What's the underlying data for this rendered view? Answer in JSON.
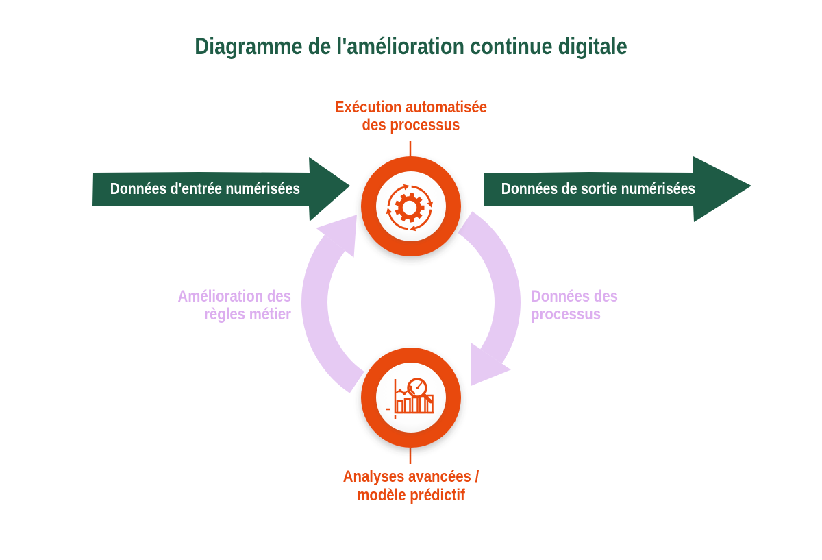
{
  "title": "Diagramme de l'amélioration continue digitale",
  "colors": {
    "title_green": "#1F5C46",
    "arrow_green": "#1E5B45",
    "accent_orange": "#E8480E",
    "cycle_purple": "#E6CAF3",
    "cycle_text_purple": "#DCAEEF",
    "arrow_text_white": "#FFFFFF"
  },
  "input_arrow": {
    "label": "Données d'entrée numérisées"
  },
  "output_arrow": {
    "label": "Données de sortie numérisées"
  },
  "top_node": {
    "icon": "gear-sync-icon",
    "label_line1": "Exécution automatisée",
    "label_line2": "des processus"
  },
  "bottom_node": {
    "icon": "chart-magnifier-icon",
    "label_line1": "Analyses avancées /",
    "label_line2": "modèle prédictif"
  },
  "cycle": {
    "direction": "clockwise",
    "left_label_line1": "Amélioration des",
    "left_label_line2": "règles métier",
    "right_label_line1": "Données des",
    "right_label_line2": "processus"
  }
}
